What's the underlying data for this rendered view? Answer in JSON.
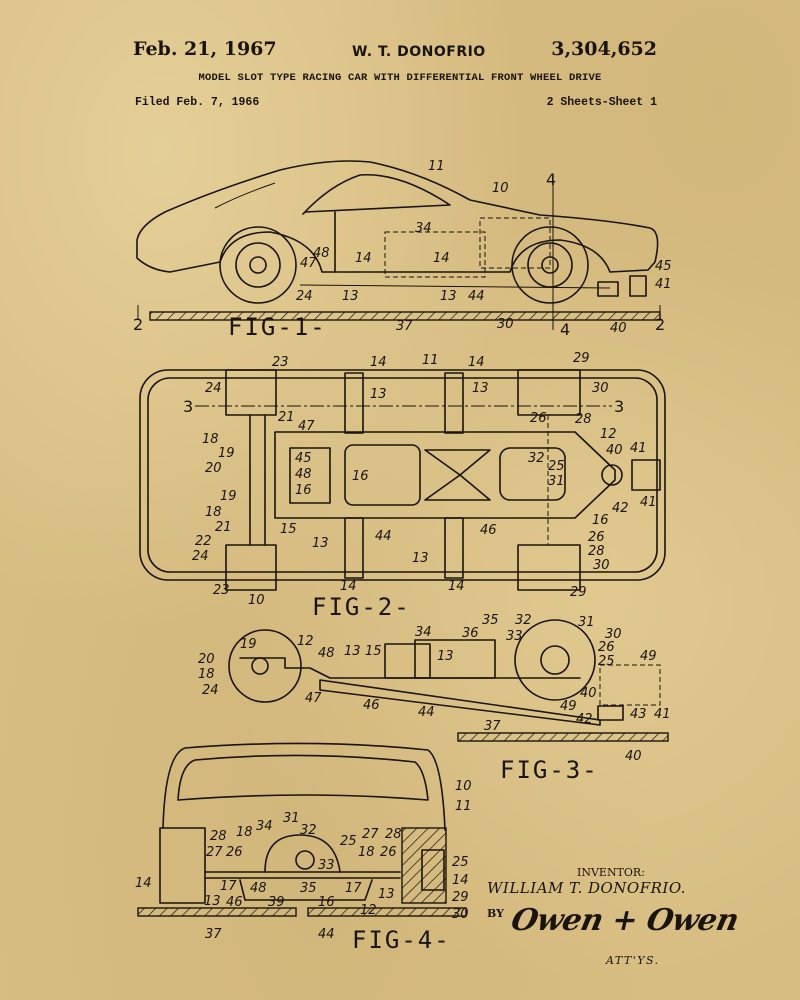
{
  "header": {
    "date": "Feb. 21, 1967",
    "inventor": "W. T. DONOFRIO",
    "patent_number": "3,304,652",
    "title": "MODEL SLOT TYPE RACING CAR WITH DIFFERENTIAL FRONT WHEEL DRIVE",
    "filed": "Filed Feb. 7, 1966",
    "sheets": "2 Sheets-Sheet 1"
  },
  "figures": {
    "fig1": {
      "caption": "FIG-1-",
      "section_marks": [
        "2",
        "2",
        "4",
        "4"
      ],
      "labels": [
        "11",
        "10",
        "34",
        "48",
        "47",
        "14",
        "14",
        "45",
        "41",
        "24",
        "13",
        "13",
        "44",
        "37",
        "30",
        "40"
      ]
    },
    "fig2": {
      "caption": "FIG-2-",
      "section_marks": [
        "3",
        "3"
      ],
      "labels": [
        "23",
        "14",
        "11",
        "14",
        "29",
        "24",
        "13",
        "13",
        "30",
        "21",
        "47",
        "26",
        "28",
        "12",
        "18",
        "19",
        "20",
        "45",
        "48",
        "16",
        "16",
        "32",
        "25",
        "31",
        "40",
        "41",
        "42",
        "41",
        "16",
        "19",
        "18",
        "15",
        "21",
        "22",
        "24",
        "44",
        "46",
        "26",
        "28",
        "13",
        "13",
        "30",
        "14",
        "14",
        "23",
        "10",
        "29"
      ]
    },
    "fig3": {
      "caption": "FIG-3-",
      "labels": [
        "19",
        "12",
        "48",
        "13",
        "15",
        "34",
        "36",
        "35",
        "33",
        "32",
        "31",
        "30",
        "26",
        "25",
        "49",
        "20",
        "18",
        "24",
        "47",
        "13",
        "46",
        "44",
        "40",
        "49",
        "42",
        "43",
        "41",
        "37",
        "40"
      ]
    },
    "fig4": {
      "caption": "FIG-4-",
      "labels": [
        "10",
        "11",
        "34",
        "31",
        "32",
        "28",
        "18",
        "27",
        "26",
        "25",
        "27",
        "28",
        "18",
        "26",
        "33",
        "25",
        "14",
        "14",
        "48",
        "35",
        "17",
        "17",
        "13",
        "13",
        "29",
        "46",
        "39",
        "16",
        "12",
        "30",
        "37",
        "44"
      ]
    }
  },
  "signature": {
    "inventor_label": "INVENTOR:",
    "inventor_name": "WILLIAM T. DONOFRIO.",
    "by_label": "BY",
    "attorney_signature": "Owen + Owen",
    "attorney_label": "ATT'YS."
  },
  "colors": {
    "paper": "#d7bd82",
    "ink": "#1a140c"
  }
}
